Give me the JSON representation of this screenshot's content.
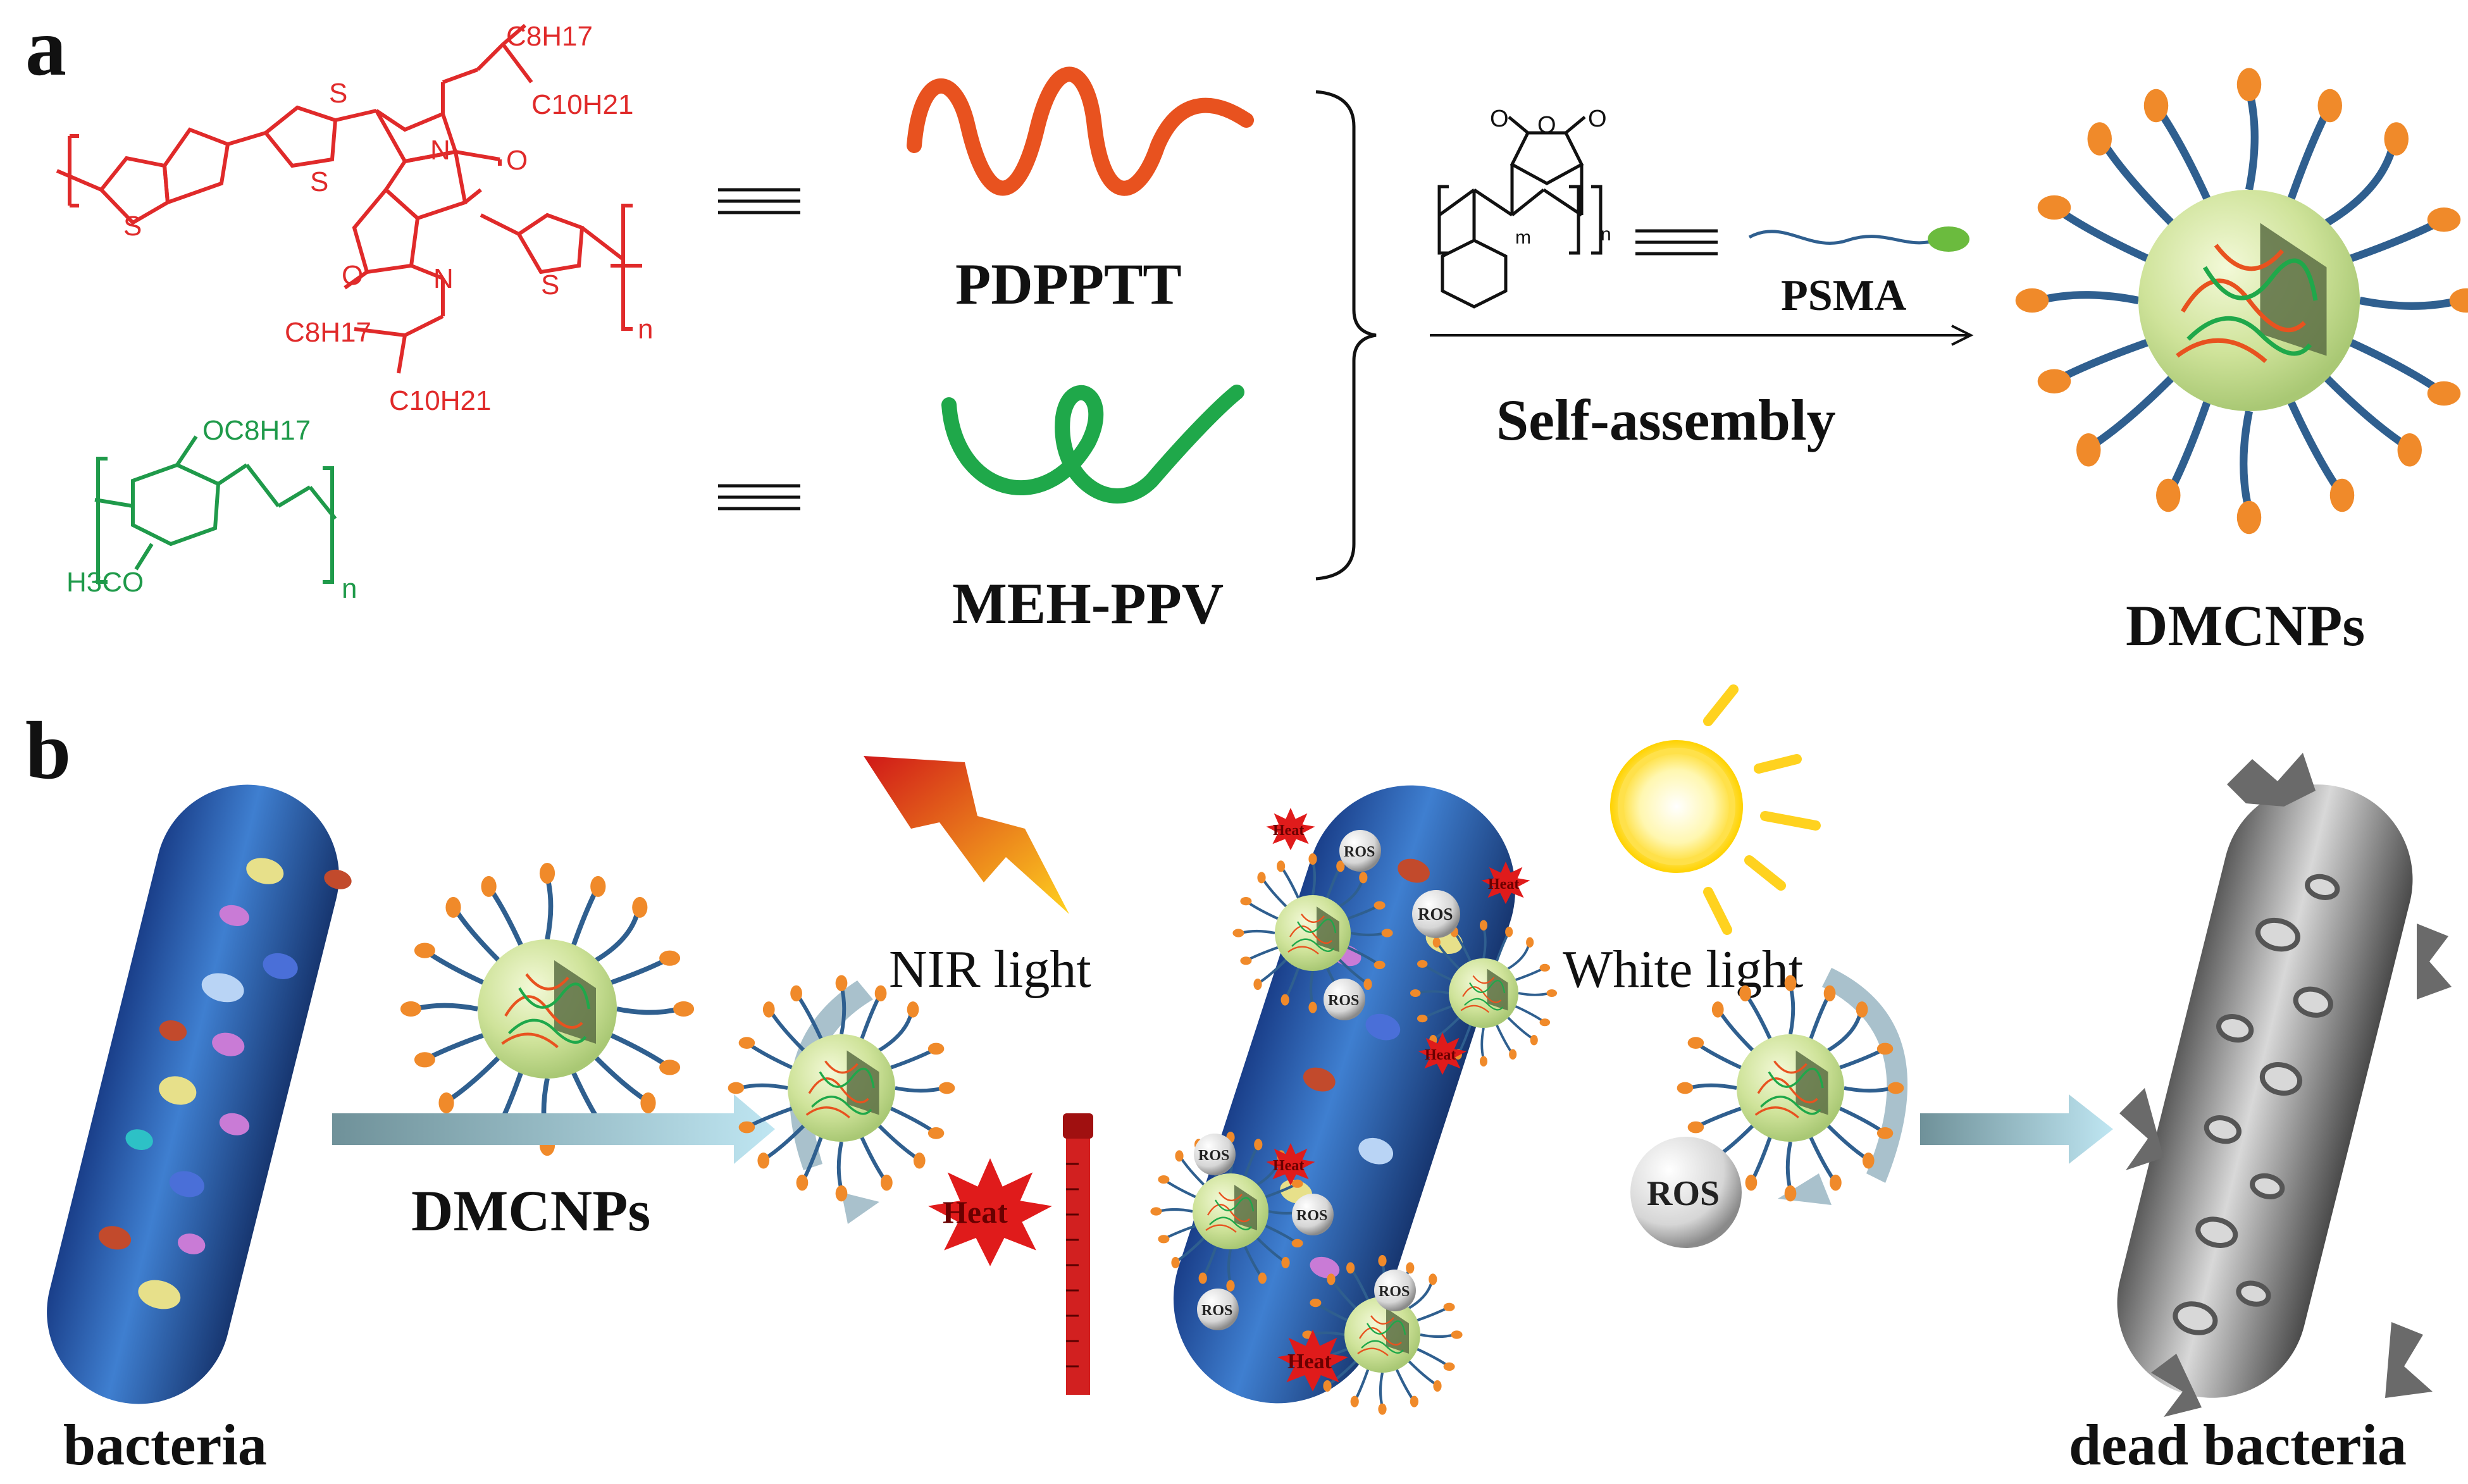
{
  "panels": {
    "a": "a",
    "b": "b"
  },
  "panel_a": {
    "polymer1_name": "PDPPTT",
    "polymer2_name": "MEH-PPV",
    "psma_label": "PSMA",
    "process_label": "Self-assembly",
    "product_label": "DMCNPs",
    "chem": {
      "S": "S",
      "N": "N",
      "O": "O",
      "C8H17": "C8H17",
      "C10H21": "C10H21",
      "OC8H17": "OC8H17",
      "H3CO": "H3CO",
      "n": "n",
      "m": "m"
    },
    "colors": {
      "pdpptt": "#e8521f",
      "mehppv": "#1fa84a",
      "structure_red": "#e02a2a",
      "structure_green": "#1f9a4a"
    }
  },
  "panel_b": {
    "bacteria_label": "bacteria",
    "arrow_label": "DMCNPs",
    "nir_label": "NIR light",
    "white_label": "White light",
    "heat_label": "Heat",
    "ros_label": "ROS",
    "dead_label": "dead bacteria"
  }
}
